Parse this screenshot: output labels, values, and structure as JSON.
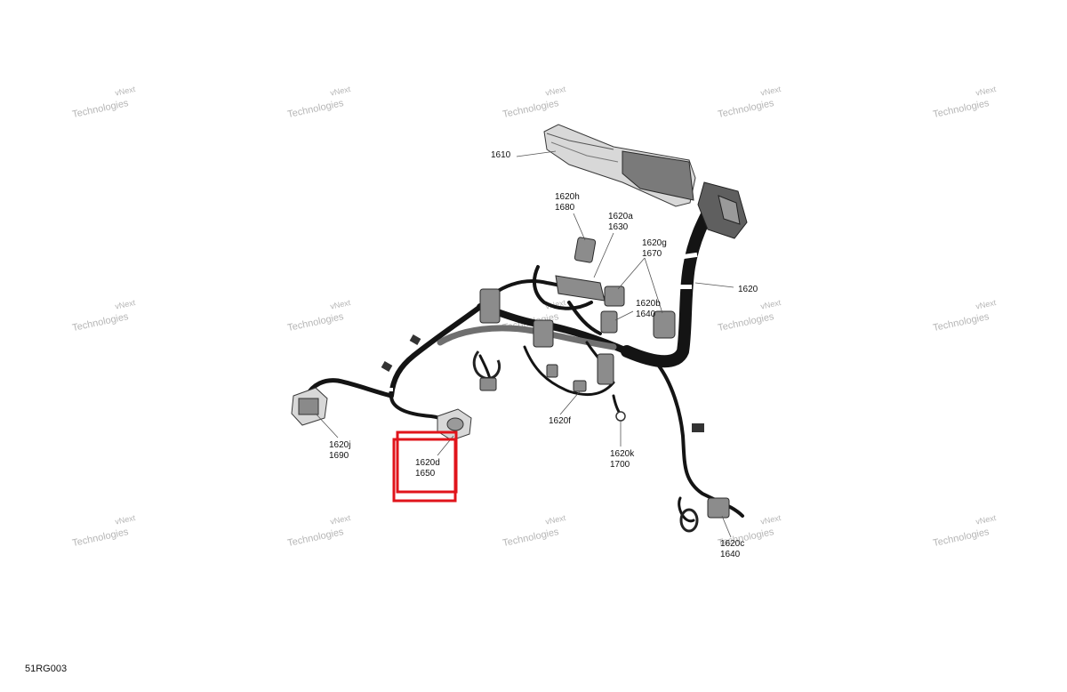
{
  "diagram": {
    "code": "51RG003",
    "watermark": {
      "line1": "vNext",
      "line2": "Technologies"
    },
    "callouts": [
      {
        "id": "1610",
        "lines": [
          "1610"
        ]
      },
      {
        "id": "1620h",
        "lines": [
          "1620h",
          "1680"
        ]
      },
      {
        "id": "1620a",
        "lines": [
          "1620a",
          "1630"
        ]
      },
      {
        "id": "1620g",
        "lines": [
          "1620g",
          "1670"
        ]
      },
      {
        "id": "1620",
        "lines": [
          "1620"
        ]
      },
      {
        "id": "1620b",
        "lines": [
          "1620b",
          "1640"
        ]
      },
      {
        "id": "1620f",
        "lines": [
          "1620f"
        ]
      },
      {
        "id": "1620j",
        "lines": [
          "1620j",
          "1690"
        ]
      },
      {
        "id": "1620d",
        "lines": [
          "1620d",
          "1650"
        ]
      },
      {
        "id": "1620k",
        "lines": [
          "1620k",
          "1700"
        ]
      },
      {
        "id": "1620c",
        "lines": [
          "1620c",
          "1640"
        ]
      }
    ],
    "highlight": {
      "target": "1620d",
      "color": "#e0141b"
    }
  }
}
